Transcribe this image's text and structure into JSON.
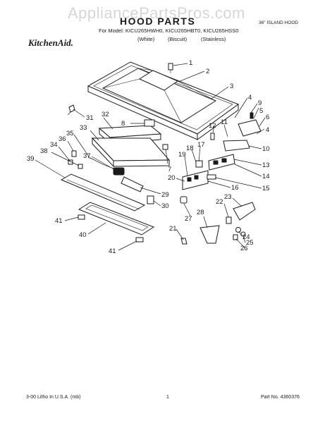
{
  "header": {
    "watermark": "AppliancePartsPros.com",
    "title": "HOOD PARTS",
    "subtitle": "36\" ISLAND HOOD",
    "brand": "KitchenAid.",
    "model_line": "For Model: KICU265HWH0, KICU265HBT0, KICU265HSS0",
    "finishes": [
      "(White)",
      "(Biscuit)",
      "(Stainless)"
    ]
  },
  "callouts": {
    "c1": "1",
    "c2": "2",
    "c3": "3",
    "c4a": "4",
    "c4b": "4",
    "c5": "5",
    "c6": "6",
    "c7": "7",
    "c8": "8",
    "c9": "9",
    "c10": "10",
    "c11": "11",
    "c12": "12",
    "c13": "13",
    "c14": "14",
    "c15": "15",
    "c16": "16",
    "c17": "17",
    "c18": "18",
    "c19": "19",
    "c20": "20",
    "c21": "21",
    "c22": "22",
    "c23": "23",
    "c24": "24",
    "c25": "25",
    "c26": "26",
    "c27": "27",
    "c28": "28",
    "c29": "29",
    "c30": "30",
    "c31": "31",
    "c32": "32",
    "c33": "33",
    "c34": "34",
    "c35": "35",
    "c36": "36",
    "c37": "37",
    "c38": "38",
    "c39": "39",
    "c40": "40",
    "c41a": "41",
    "c41b": "41"
  },
  "footer": {
    "left": "3-00 Litho In U.S.A. (mb)",
    "center": "1",
    "right": "Part No. 4360376"
  }
}
